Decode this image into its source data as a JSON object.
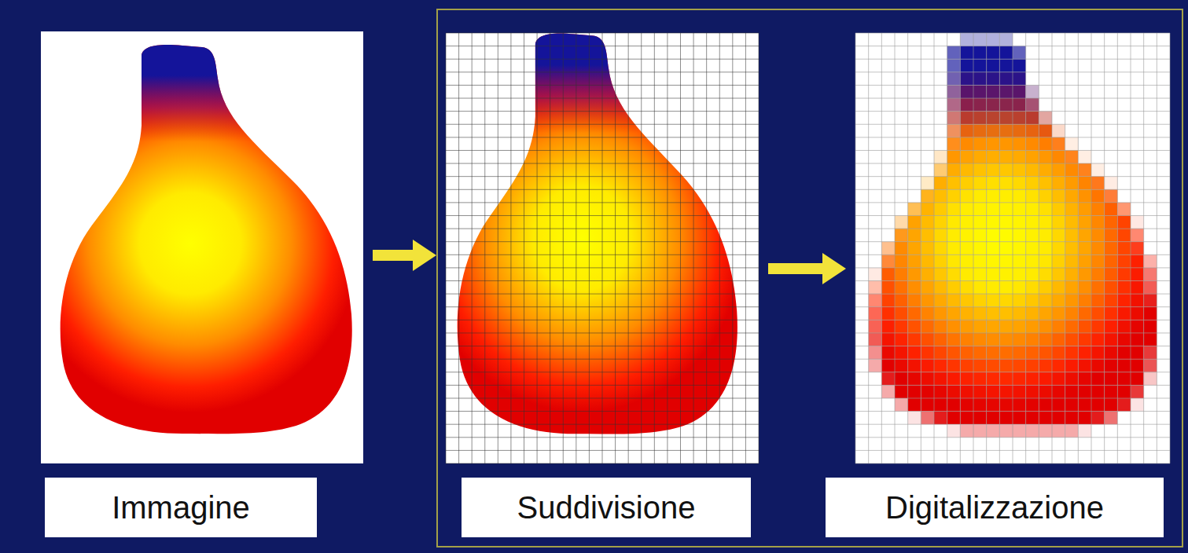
{
  "diagram": {
    "nodes": [
      {
        "text": [
          "Immagine"
        ]
      },
      {
        "text": [
          "Suddivisione"
        ]
      },
      {
        "text": [
          "Digitalizzazione"
        ]
      }
    ],
    "edges": [
      {
        "from": 0,
        "to": 1,
        "arrow": "to"
      },
      {
        "from": 1,
        "to": 2,
        "arrow": "to"
      }
    ]
  }
}
